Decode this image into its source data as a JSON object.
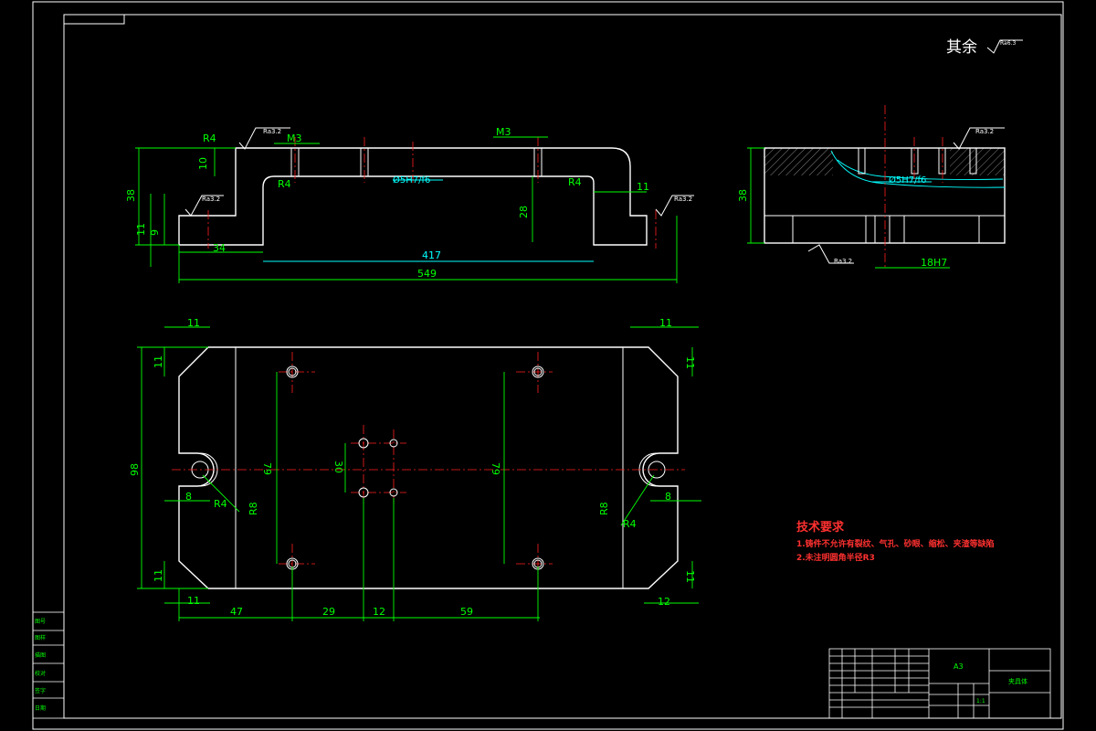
{
  "surface_note": {
    "label": "其余",
    "roughness": "Ra6.3"
  },
  "front_view": {
    "roughness_labels": [
      "Ra3.2",
      "Ra3.2",
      "Ra3.2"
    ],
    "dims": {
      "overall_length": "549",
      "inner_length": "417",
      "left_step": "34",
      "height": "38",
      "top_thickness": "10",
      "step_height": "11",
      "step_small": "9",
      "pocket_depth": "28",
      "right_step": "11",
      "thread_left": "M3",
      "thread_right": "M3",
      "pin_hole": "Ø5H7/f6",
      "radius_outer": "R4",
      "radius_inner": "R4",
      "radius_right": "R4"
    }
  },
  "side_view": {
    "roughness_top": "Ra3.2",
    "roughness_bottom": "Ra3.2",
    "dims": {
      "height": "38",
      "pin_hole": "Ø5H7/f6",
      "slot": "18H7"
    }
  },
  "top_view": {
    "dims": {
      "corner_tl_h": "11",
      "corner_tl_v": "11",
      "corner_tr_h": "11",
      "corner_tr_v": "11",
      "corner_bl_h": "11",
      "corner_bl_v": "11",
      "corner_br_h": "12",
      "corner_br_v": "11",
      "width": "98",
      "hole_span_left": "79",
      "hole_span_right": "79",
      "small_span": "30",
      "slot_left": "8",
      "slot_right": "8",
      "x1": "47",
      "x2": "29",
      "x3": "12",
      "x4": "59",
      "r_left_small": "R4",
      "r_left_big": "R8",
      "r_right_small": "R4",
      "r_right_big": "R8"
    }
  },
  "tech_requirements": {
    "title": "技术要求",
    "items": [
      "1.铸件不允许有裂纹、气孔、砂眼、缩松、夹渣等缺陷",
      "2.未注明圆角半径R3"
    ]
  },
  "title_block": {
    "sheet_size": "A3",
    "part_name": "夹具体",
    "scale": "1:1",
    "left_strip": [
      "图号",
      "图样",
      "描图",
      "校对",
      "签字",
      "日期"
    ]
  }
}
